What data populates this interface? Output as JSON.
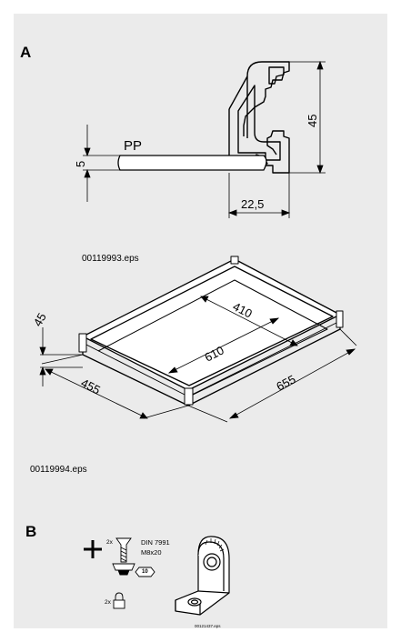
{
  "section_a": {
    "label": "A",
    "profile": {
      "material_label": "PP",
      "dim_height": "45",
      "dim_thickness": "5",
      "dim_width": "22,5",
      "file_name": "00119993.eps"
    },
    "tray": {
      "dim_height": "45",
      "dim_inner_width": "410",
      "dim_inner_length": "610",
      "dim_outer_width": "455",
      "dim_outer_length": "655",
      "file_name": "00119994.eps"
    }
  },
  "section_b": {
    "label": "B",
    "screw": {
      "quantity": "2x",
      "standard": "DIN 7991",
      "size": "M8x20",
      "nut_size": "10"
    },
    "lock": {
      "quantity": "2x"
    },
    "file_name": "00121437.eps"
  }
}
